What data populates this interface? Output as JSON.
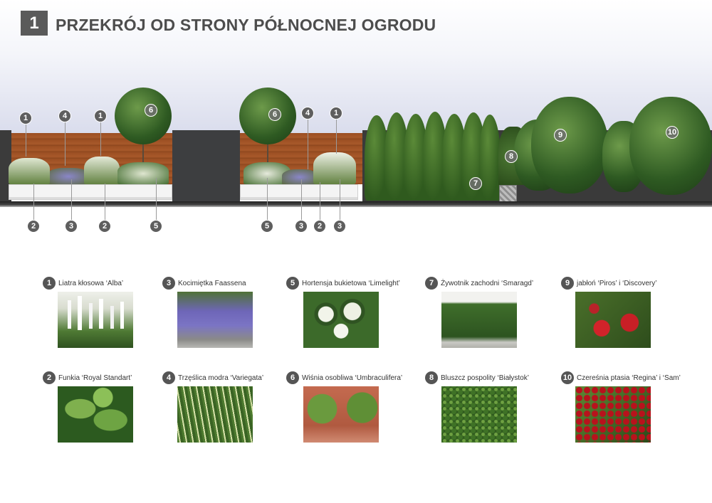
{
  "header": {
    "number": "1",
    "title": "PRZEKRÓJ OD STRONY PÓŁNOCNEJ OGRODU"
  },
  "section_markers": {
    "top": [
      "1",
      "4",
      "1",
      "6",
      "6",
      "4",
      "1",
      "8",
      "7",
      "9",
      "10"
    ],
    "bottom": [
      "2",
      "3",
      "2",
      "5",
      "5",
      "3",
      "2",
      "3"
    ]
  },
  "legend": [
    {
      "num": "1",
      "label": "Liatra kłosowa ‘Alba’",
      "photo": "liatris-white-spikes"
    },
    {
      "num": "3",
      "label": "Kocimiętka Faassena",
      "photo": "catmint-purple"
    },
    {
      "num": "5",
      "label": "Hortensja bukietowa ‘Limelight’",
      "photo": "hydrangea-white"
    },
    {
      "num": "7",
      "label": "Żywotnik zachodni ‘Smaragd’",
      "photo": "thuja-hedge"
    },
    {
      "num": "9",
      "label": "jabłoń ‘Piros’ i ‘Discovery’",
      "photo": "red-apples"
    },
    {
      "num": "2",
      "label": "Funkia ‘Royal Standart’",
      "photo": "hosta-leaves"
    },
    {
      "num": "4",
      "label": "Trzęślica modra ‘Variegata’",
      "photo": "molinia-grass"
    },
    {
      "num": "6",
      "label": "Wiśnia osobliwa ‘Umbraculifera’",
      "photo": "ball-cherry-trees"
    },
    {
      "num": "8",
      "label": "Bluszcz pospolity ‘Białystok’",
      "photo": "ivy-wall"
    },
    {
      "num": "10",
      "label": "Czereśnia ptasia ‘Regina’ i ‘Sam’",
      "photo": "red-cherries"
    }
  ],
  "colors": {
    "marker": "#5e5e5e",
    "fence": "#9a4e22",
    "wall": "#3a3a3a"
  }
}
